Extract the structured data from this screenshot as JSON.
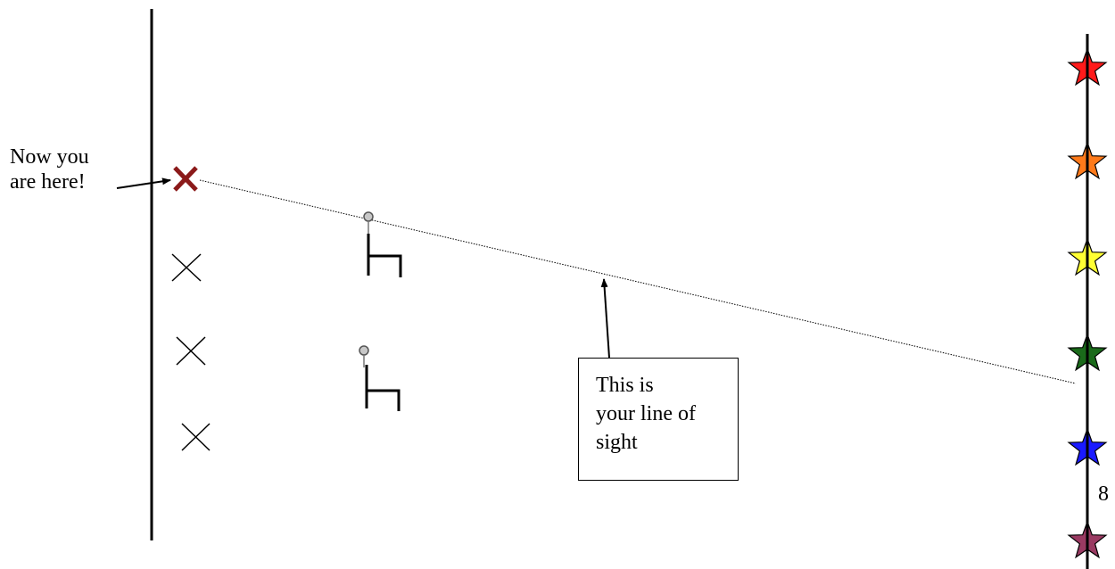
{
  "label_here": {
    "line1": "Now you",
    "line2": "are here!"
  },
  "callout": {
    "line1": "This is",
    "line2": "your line of",
    "line3": "sight"
  },
  "page_number": "8",
  "colors": {
    "you_marker": "#8b1a1a",
    "star_red": "#ff1a1a",
    "star_orange": "#ff7a1a",
    "star_yellow": "#ffff33",
    "star_green": "#1a6a1a",
    "star_blue": "#1a1aff",
    "star_plum": "#9a3a62"
  },
  "stars": [
    "red",
    "orange",
    "yellow",
    "green",
    "blue",
    "plum"
  ]
}
